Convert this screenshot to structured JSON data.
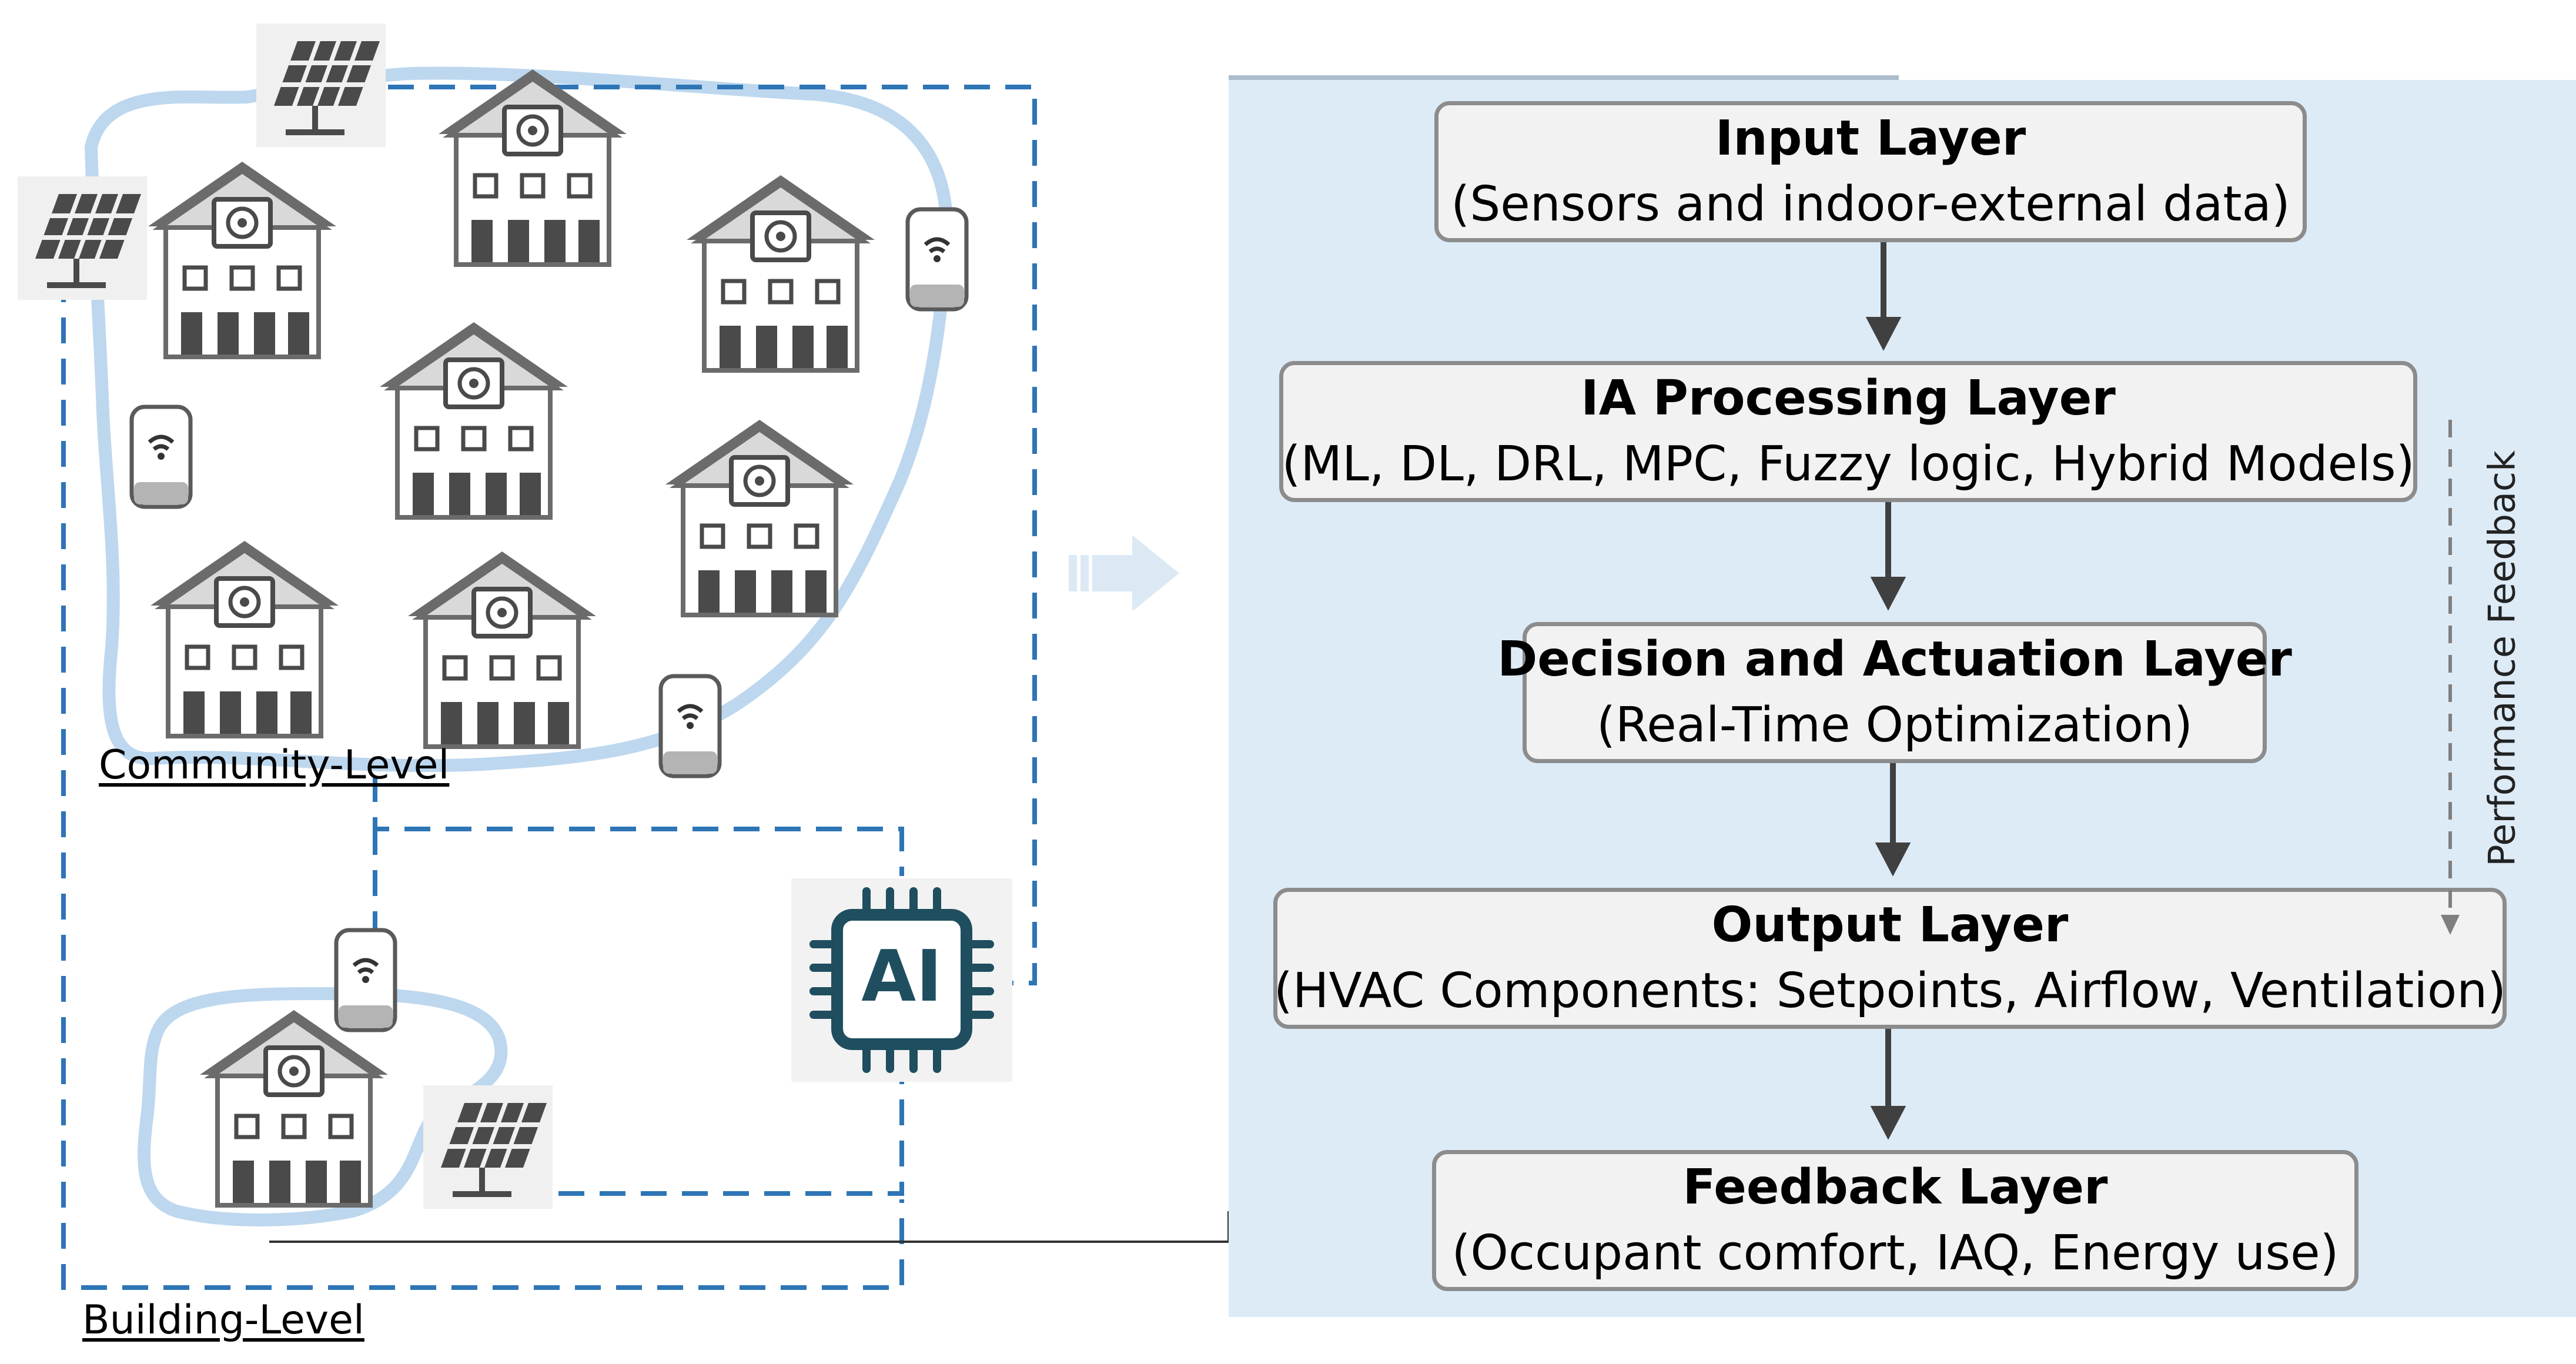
{
  "diagram": {
    "colors": {
      "panel_background": "#ddebf7",
      "layer_box_fill": "#f2f2f2",
      "layer_box_border": "#8c8c8c",
      "dashed_link": "#2e75b6",
      "community_outline": "#bdd7ee",
      "building_icon": "#5f5f5f",
      "ai_chip": "#1f4e5f"
    },
    "left_panel": {
      "community_label": "Community-Level",
      "building_label": "Building-Level",
      "ai_chip_label": "AI",
      "icons": [
        "building-icon",
        "solar-panel-icon",
        "smart-meter-icon",
        "ai-chip-icon",
        "arrow-right-icon"
      ]
    },
    "layers": [
      {
        "title": "Input Layer",
        "subtitle": "(Sensors and indoor-external data)"
      },
      {
        "title": "IA Processing Layer",
        "subtitle": "(ML, DL, DRL, MPC, Fuzzy logic, Hybrid Models)"
      },
      {
        "title": "Decision and Actuation Layer",
        "subtitle": "(Real-Time Optimization)"
      },
      {
        "title": "Output Layer",
        "subtitle": "(HVAC Components: Setpoints, Airflow, Ventilation)"
      },
      {
        "title": "Feedback Layer",
        "subtitle": "(Occupant comfort, IAQ, Energy use)"
      }
    ],
    "feedback_loop_label": "Performance Feedback"
  }
}
